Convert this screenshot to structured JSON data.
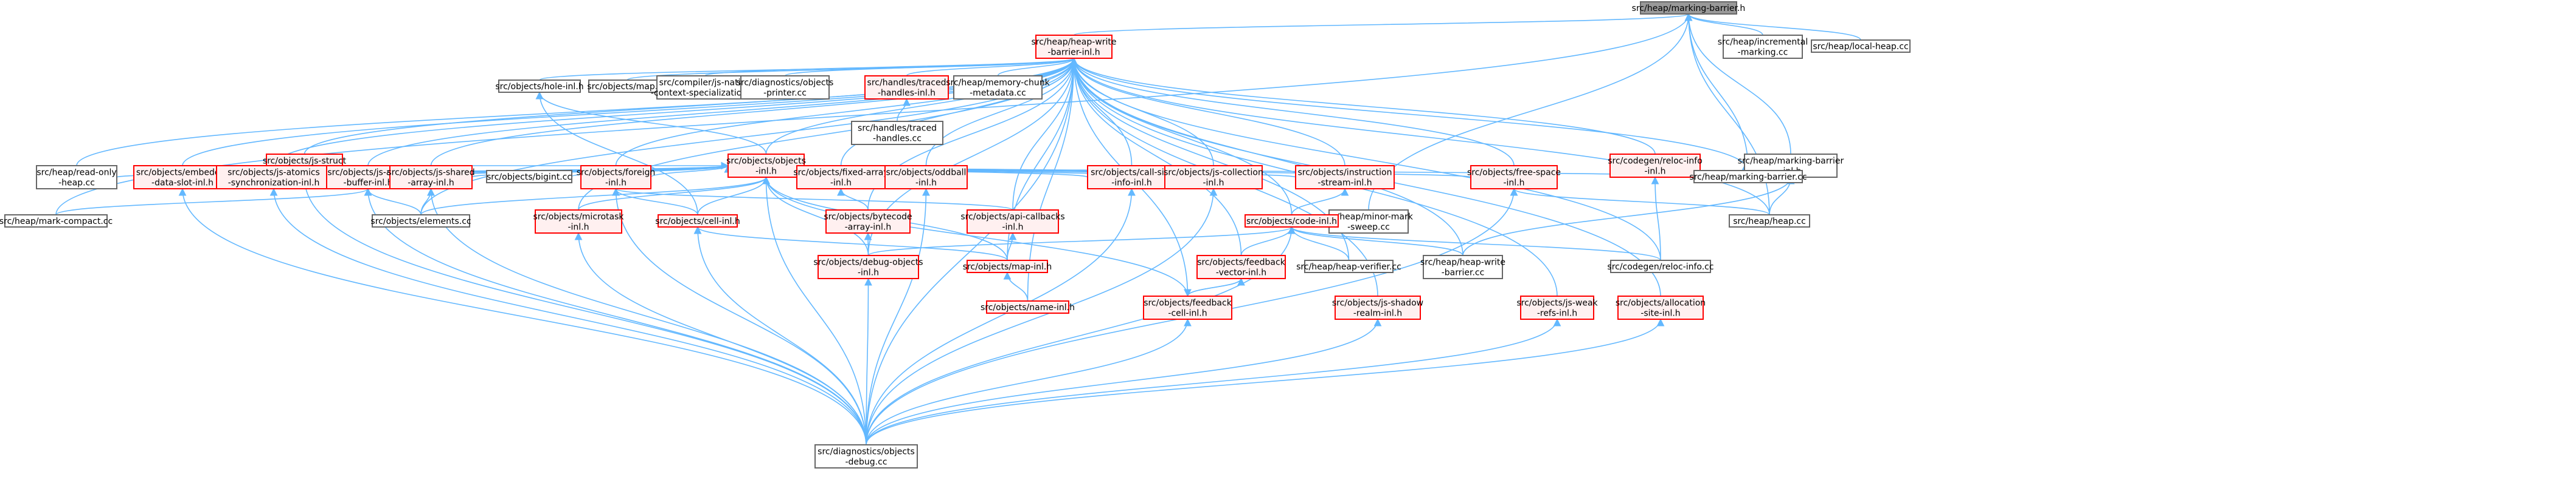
{
  "colors": {
    "background": "#ffffff",
    "edge": "#63b8ff",
    "root_fill": "#999999",
    "root_border": "#666666",
    "header_fill": "#fff0f0",
    "header_border": "#ff0000",
    "source_fill": "#ffffff",
    "source_border": "#666666"
  },
  "nodes": [
    {
      "id": "root",
      "kind": "root",
      "lines": [
        "src/heap/marking-barrier.h"
      ]
    },
    {
      "id": "hwb",
      "kind": "header",
      "lines": [
        "src/heap/heap-write",
        "-barrier-inl.h"
      ]
    },
    {
      "id": "incmark",
      "kind": "source",
      "lines": [
        "src/heap/incremental",
        "-marking.cc"
      ]
    },
    {
      "id": "localheap",
      "kind": "source",
      "lines": [
        "src/heap/local-heap.cc"
      ]
    },
    {
      "id": "hole",
      "kind": "source",
      "lines": [
        "src/objects/hole-inl.h"
      ]
    },
    {
      "id": "mapcc",
      "kind": "source",
      "lines": [
        "src/objects/map.cc"
      ]
    },
    {
      "id": "jsnative",
      "kind": "source",
      "lines": [
        "src/compiler/js-native",
        "-context-specialization.cc"
      ]
    },
    {
      "id": "diagprint",
      "kind": "source",
      "lines": [
        "src/diagnostics/objects",
        "-printer.cc"
      ]
    },
    {
      "id": "tracedinl",
      "kind": "header",
      "lines": [
        "src/handles/traced",
        "-handles-inl.h"
      ]
    },
    {
      "id": "memchunk",
      "kind": "source",
      "lines": [
        "src/heap/memory-chunk",
        "-metadata.cc"
      ]
    },
    {
      "id": "tracedcc",
      "kind": "source",
      "lines": [
        "src/handles/traced",
        "-handles.cc"
      ]
    },
    {
      "id": "jsstruct",
      "kind": "header",
      "lines": [
        "src/objects/js-struct",
        "-inl.h"
      ]
    },
    {
      "id": "objinl",
      "kind": "header",
      "lines": [
        "src/objects/objects",
        "-inl.h"
      ]
    },
    {
      "id": "relocinl",
      "kind": "header",
      "lines": [
        "src/codegen/reloc-info",
        "-inl.h"
      ]
    },
    {
      "id": "mbinl",
      "kind": "source",
      "lines": [
        "src/heap/marking-barrier",
        "-inl.h"
      ]
    },
    {
      "id": "roheap",
      "kind": "source",
      "lines": [
        "src/heap/read-only",
        "-heap.cc"
      ]
    },
    {
      "id": "embedder",
      "kind": "header",
      "lines": [
        "src/objects/embedder",
        "-data-slot-inl.h"
      ]
    },
    {
      "id": "atomics",
      "kind": "header",
      "lines": [
        "src/objects/js-atomics",
        "-synchronization-inl.h"
      ]
    },
    {
      "id": "jsarraybuf",
      "kind": "header",
      "lines": [
        "src/objects/js-array",
        "-buffer-inl.h"
      ]
    },
    {
      "id": "jsshared",
      "kind": "header",
      "lines": [
        "src/objects/js-shared",
        "-array-inl.h"
      ]
    },
    {
      "id": "bigint",
      "kind": "source",
      "lines": [
        "src/objects/bigint.cc"
      ]
    },
    {
      "id": "foreign",
      "kind": "header",
      "lines": [
        "src/objects/foreign",
        "-inl.h"
      ]
    },
    {
      "id": "fixedarray",
      "kind": "header",
      "lines": [
        "src/objects/fixed-array",
        "-inl.h"
      ]
    },
    {
      "id": "oddball",
      "kind": "header",
      "lines": [
        "src/objects/oddball",
        "-inl.h"
      ]
    },
    {
      "id": "callsite",
      "kind": "header",
      "lines": [
        "src/objects/call-site",
        "-info-inl.h"
      ]
    },
    {
      "id": "jscoll",
      "kind": "header",
      "lines": [
        "src/objects/js-collection",
        "-inl.h"
      ]
    },
    {
      "id": "instr",
      "kind": "header",
      "lines": [
        "src/objects/instruction",
        "-stream-inl.h"
      ]
    },
    {
      "id": "freespace",
      "kind": "header",
      "lines": [
        "src/objects/free-space",
        "-inl.h"
      ]
    },
    {
      "id": "mbcc",
      "kind": "source",
      "lines": [
        "src/heap/marking-barrier.cc"
      ]
    },
    {
      "id": "markcompact",
      "kind": "source",
      "lines": [
        "src/heap/mark-compact.cc"
      ]
    },
    {
      "id": "elements",
      "kind": "source",
      "lines": [
        "src/objects/elements.cc"
      ]
    },
    {
      "id": "microtask",
      "kind": "header",
      "lines": [
        "src/objects/microtask",
        "-inl.h"
      ]
    },
    {
      "id": "cellinl",
      "kind": "header",
      "lines": [
        "src/objects/cell-inl.h"
      ]
    },
    {
      "id": "bytecode",
      "kind": "header",
      "lines": [
        "src/objects/bytecode",
        "-array-inl.h"
      ]
    },
    {
      "id": "apicb",
      "kind": "header",
      "lines": [
        "src/objects/api-callbacks",
        "-inl.h"
      ]
    },
    {
      "id": "minormark",
      "kind": "source",
      "lines": [
        "src/heap/minor-mark",
        "-sweep.cc"
      ]
    },
    {
      "id": "codeinl",
      "kind": "header",
      "lines": [
        "src/objects/code-inl.h"
      ]
    },
    {
      "id": "heapcc",
      "kind": "source",
      "lines": [
        "src/heap/heap.cc"
      ]
    },
    {
      "id": "debugobj",
      "kind": "header",
      "lines": [
        "src/objects/debug-objects",
        "-inl.h"
      ]
    },
    {
      "id": "mapinl",
      "kind": "header",
      "lines": [
        "src/objects/map-inl.h"
      ]
    },
    {
      "id": "fbvec",
      "kind": "header",
      "lines": [
        "src/objects/feedback",
        "-vector-inl.h"
      ]
    },
    {
      "id": "verifier",
      "kind": "source",
      "lines": [
        "src/heap/heap-verifier.cc"
      ]
    },
    {
      "id": "hwbcc",
      "kind": "source",
      "lines": [
        "src/heap/heap-write",
        "-barrier.cc"
      ]
    },
    {
      "id": "reloccc",
      "kind": "source",
      "lines": [
        "src/codegen/reloc-info.cc"
      ]
    },
    {
      "id": "nameinl",
      "kind": "header",
      "lines": [
        "src/objects/name-inl.h"
      ]
    },
    {
      "id": "fbcell",
      "kind": "header",
      "lines": [
        "src/objects/feedback",
        "-cell-inl.h"
      ]
    },
    {
      "id": "shadow",
      "kind": "header",
      "lines": [
        "src/objects/js-shadow",
        "-realm-inl.h"
      ]
    },
    {
      "id": "weakrefs",
      "kind": "header",
      "lines": [
        "src/objects/js-weak",
        "-refs-inl.h"
      ]
    },
    {
      "id": "allocsite",
      "kind": "header",
      "lines": [
        "src/objects/allocation",
        "-site-inl.h"
      ]
    },
    {
      "id": "debugcc",
      "kind": "source",
      "lines": [
        "src/diagnostics/objects",
        "-debug.cc"
      ]
    }
  ],
  "edges": [
    [
      "root",
      "hwb"
    ],
    [
      "root",
      "incmark"
    ],
    [
      "root",
      "localheap"
    ],
    [
      "root",
      "mbinl"
    ],
    [
      "root",
      "mbcc"
    ],
    [
      "root",
      "heapcc"
    ],
    [
      "root",
      "minormark"
    ],
    [
      "root",
      "markcompact"
    ],
    [
      "hwb",
      "hole"
    ],
    [
      "hwb",
      "mapcc"
    ],
    [
      "hwb",
      "jsnative"
    ],
    [
      "hwb",
      "diagprint"
    ],
    [
      "hwb",
      "tracedinl"
    ],
    [
      "hwb",
      "memchunk"
    ],
    [
      "hwb",
      "jsstruct"
    ],
    [
      "hwb",
      "objinl"
    ],
    [
      "hwb",
      "relocinl"
    ],
    [
      "hwb",
      "roheap"
    ],
    [
      "hwb",
      "embedder"
    ],
    [
      "hwb",
      "atomics"
    ],
    [
      "hwb",
      "jsarraybuf"
    ],
    [
      "hwb",
      "jsshared"
    ],
    [
      "hwb",
      "elements"
    ],
    [
      "hwb",
      "foreign"
    ],
    [
      "hwb",
      "fixedarray"
    ],
    [
      "hwb",
      "oddball"
    ],
    [
      "hwb",
      "callsite"
    ],
    [
      "hwb",
      "jscoll"
    ],
    [
      "hwb",
      "instr"
    ],
    [
      "hwb",
      "freespace"
    ],
    [
      "hwb",
      "mbcc"
    ],
    [
      "hwb",
      "heapcc"
    ],
    [
      "hwb",
      "apicb"
    ],
    [
      "hwb",
      "bytecode"
    ],
    [
      "hwb",
      "codeinl"
    ],
    [
      "hwb",
      "debugobj"
    ],
    [
      "hwb",
      "mapinl"
    ],
    [
      "hwb",
      "fbvec"
    ],
    [
      "hwb",
      "verifier"
    ],
    [
      "hwb",
      "hwbcc"
    ],
    [
      "hwb",
      "reloccc"
    ],
    [
      "hwb",
      "nameinl"
    ],
    [
      "hwb",
      "fbcell"
    ],
    [
      "hwb",
      "shadow"
    ],
    [
      "hwb",
      "weakrefs"
    ],
    [
      "hwb",
      "allocsite"
    ],
    [
      "hwb",
      "microtask"
    ],
    [
      "hwb",
      "debugcc"
    ],
    [
      "tracedinl",
      "tracedcc"
    ],
    [
      "hole",
      "objinl"
    ],
    [
      "hole",
      "cellinl"
    ],
    [
      "jsstruct",
      "jsshared"
    ],
    [
      "jsstruct",
      "debugcc"
    ],
    [
      "objinl",
      "jsstruct"
    ],
    [
      "objinl",
      "roheap"
    ],
    [
      "objinl",
      "embedder"
    ],
    [
      "objinl",
      "atomics"
    ],
    [
      "objinl",
      "jsarraybuf"
    ],
    [
      "objinl",
      "jsshared"
    ],
    [
      "objinl",
      "bigint"
    ],
    [
      "objinl",
      "foreign"
    ],
    [
      "objinl",
      "fixedarray"
    ],
    [
      "objinl",
      "oddball"
    ],
    [
      "objinl",
      "callsite"
    ],
    [
      "objinl",
      "jscoll"
    ],
    [
      "objinl",
      "instr"
    ],
    [
      "objinl",
      "freespace"
    ],
    [
      "objinl",
      "mbcc"
    ],
    [
      "objinl",
      "elements"
    ],
    [
      "objinl",
      "microtask"
    ],
    [
      "objinl",
      "cellinl"
    ],
    [
      "objinl",
      "debugobj"
    ],
    [
      "objinl",
      "mapinl"
    ],
    [
      "objinl",
      "fbcell"
    ],
    [
      "objinl",
      "debugcc"
    ],
    [
      "relocinl",
      "reloccc"
    ],
    [
      "mbinl",
      "mbcc"
    ],
    [
      "mbinl",
      "heapcc"
    ],
    [
      "mbinl",
      "hwbcc"
    ],
    [
      "embedder",
      "debugcc"
    ],
    [
      "atomics",
      "debugcc"
    ],
    [
      "jsarraybuf",
      "elements"
    ],
    [
      "jsarraybuf",
      "markcompact"
    ],
    [
      "jsarraybuf",
      "debugcc"
    ],
    [
      "jsshared",
      "elements"
    ],
    [
      "jsshared",
      "debugcc"
    ],
    [
      "foreign",
      "apicb"
    ],
    [
      "foreign",
      "cellinl"
    ],
    [
      "foreign",
      "debugcc"
    ],
    [
      "fixedarray",
      "bytecode"
    ],
    [
      "oddball",
      "debugcc"
    ],
    [
      "callsite",
      "debugcc"
    ],
    [
      "jscoll",
      "debugcc"
    ],
    [
      "instr",
      "codeinl"
    ],
    [
      "freespace",
      "heapcc"
    ],
    [
      "freespace",
      "debugcc"
    ],
    [
      "microtask",
      "debugcc"
    ],
    [
      "cellinl",
      "mapinl"
    ],
    [
      "cellinl",
      "debugcc"
    ],
    [
      "bytecode",
      "debugobj"
    ],
    [
      "apicb",
      "mapinl"
    ],
    [
      "codeinl",
      "debugobj"
    ],
    [
      "codeinl",
      "fbvec"
    ],
    [
      "codeinl",
      "verifier"
    ],
    [
      "codeinl",
      "hwbcc"
    ],
    [
      "codeinl",
      "reloccc"
    ],
    [
      "codeinl",
      "debugcc"
    ],
    [
      "debugobj",
      "debugcc"
    ],
    [
      "mapinl",
      "nameinl"
    ],
    [
      "fbvec",
      "fbcell"
    ],
    [
      "fbcell",
      "fbvec"
    ],
    [
      "fbcell",
      "debugcc"
    ],
    [
      "shadow",
      "debugcc"
    ],
    [
      "weakrefs",
      "debugcc"
    ],
    [
      "allocsite",
      "debugcc"
    ]
  ]
}
